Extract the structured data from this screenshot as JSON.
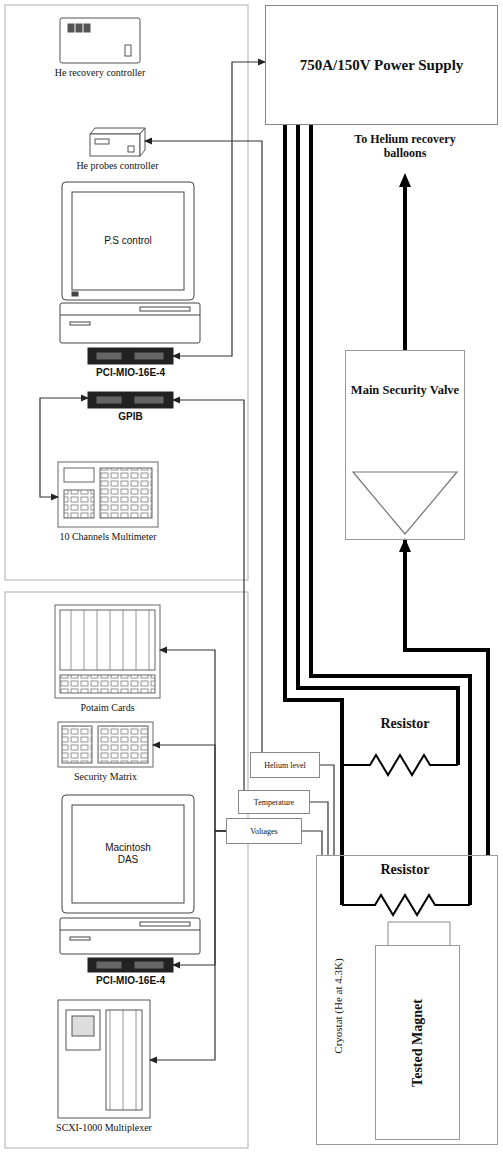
{
  "diagram": {
    "nodes": [
      {
        "text": [
          "He recovery controller"
        ]
      },
      {
        "text": [
          "He probes controller"
        ]
      },
      {
        "text": [
          "P.S control"
        ]
      },
      {
        "text": [
          "PCI-MIO-16E-4"
        ]
      },
      {
        "text": [
          "GPIB"
        ]
      },
      {
        "text": [
          "10 Channels Multimeter"
        ]
      },
      {
        "text": [
          "750A/150V Power Supply"
        ]
      },
      {
        "text": [
          "Main Security Valve"
        ]
      },
      {
        "text": [
          "Helium level"
        ]
      },
      {
        "text": [
          "Temperature"
        ]
      },
      {
        "text": [
          "Voltages"
        ]
      },
      {
        "text": [
          "Potaim Cards"
        ]
      },
      {
        "text": [
          "Security Matrix"
        ]
      },
      {
        "text": [
          "Macintosh DAS"
        ]
      },
      {
        "text": [
          "PCI-MIO-16E-4"
        ]
      },
      {
        "text": [
          "SCXI-1000 Multiplexer"
        ]
      },
      {
        "text": [
          "Cryostat (He at 4.3K)"
        ]
      },
      {
        "text": [
          "Tested Magnet"
        ],
        "in": 16
      }
    ],
    "edges": [
      {
        "from": 3,
        "to": 6,
        "arrow": "both"
      },
      {
        "from": 8,
        "to": 1,
        "arrow": "to"
      },
      {
        "from": 9,
        "to": 4,
        "arrow": "to"
      },
      {
        "from": 4,
        "to": 5,
        "arrow": "both"
      },
      {
        "from": 8,
        "to": 16,
        "arrow": "none"
      },
      {
        "from": 9,
        "to": 16,
        "arrow": "none"
      },
      {
        "from": 10,
        "to": 16,
        "arrow": "none"
      },
      {
        "from": 10,
        "to": 11,
        "arrow": "to"
      },
      {
        "from": 10,
        "to": 12,
        "arrow": "to"
      },
      {
        "from": 10,
        "to": 14,
        "arrow": "to"
      },
      {
        "from": 10,
        "to": 15,
        "arrow": "to"
      },
      {
        "from": 16,
        "to": 7,
        "arrow": "to"
      }
    ],
    "labels": [
      "To Helium recovery balloons",
      "Resistor",
      "Resistor"
    ]
  }
}
